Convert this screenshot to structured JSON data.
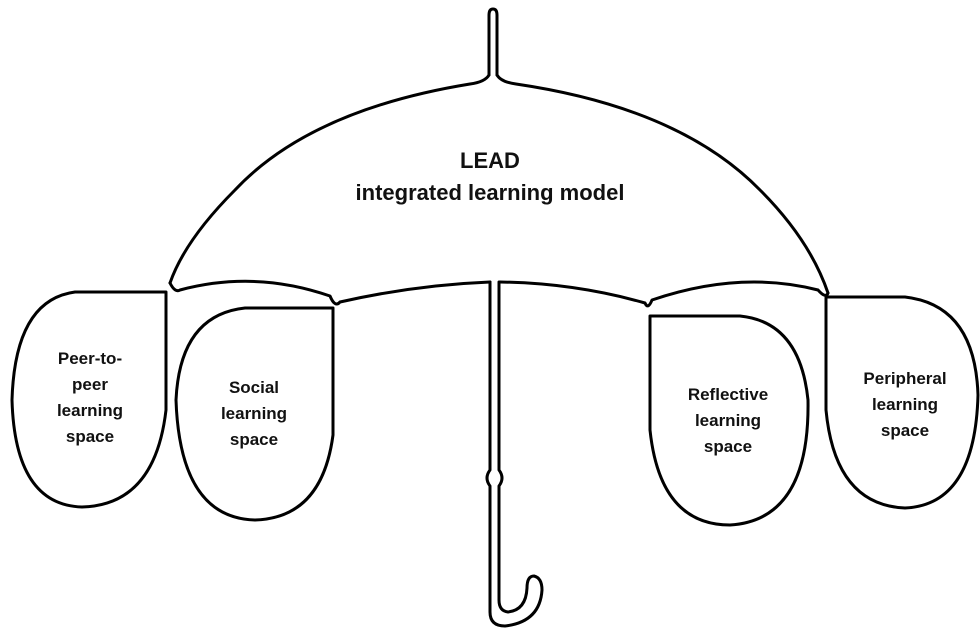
{
  "title": {
    "line1": "LEAD",
    "line2": "integrated learning model"
  },
  "spaces": [
    {
      "id": "peer",
      "lines": [
        "Peer-to-",
        "peer",
        "learning",
        "space"
      ]
    },
    {
      "id": "social",
      "lines": [
        "Social",
        "learning",
        "space"
      ]
    },
    {
      "id": "reflective",
      "lines": [
        "Reflective",
        "learning",
        "space"
      ]
    },
    {
      "id": "peripheral",
      "lines": [
        "Peripheral",
        "learning",
        "space"
      ]
    }
  ]
}
